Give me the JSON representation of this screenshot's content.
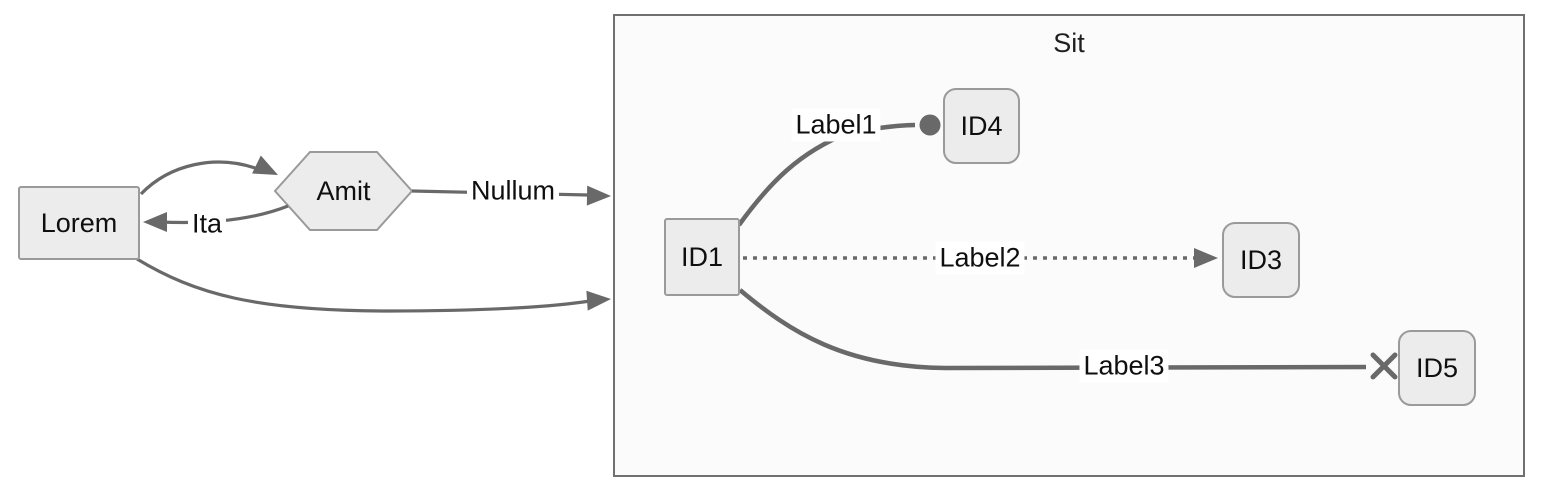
{
  "diagram": {
    "kind": "flowchart",
    "direction": "left-to-right"
  },
  "nodes": {
    "lorem": {
      "label": "Lorem",
      "shape": "rectangle"
    },
    "amit": {
      "label": "Amit",
      "shape": "hexagon"
    },
    "id1": {
      "label": "ID1",
      "shape": "square"
    },
    "id4": {
      "label": "ID4",
      "shape": "rounded-rectangle"
    },
    "id3": {
      "label": "ID3",
      "shape": "rounded-rectangle"
    },
    "id5": {
      "label": "ID5",
      "shape": "rounded-rectangle"
    }
  },
  "subgraph": {
    "title": "Sit"
  },
  "edges": {
    "lorem_amit": {
      "from": "lorem",
      "to": "amit",
      "label": "",
      "style": "solid",
      "head": "arrow"
    },
    "amit_lorem": {
      "from": "amit",
      "to": "lorem",
      "label": "Ita",
      "style": "solid",
      "head": "arrow"
    },
    "amit_sit": {
      "from": "amit",
      "to": "sit",
      "label": "Nullum",
      "style": "solid",
      "head": "arrow"
    },
    "lorem_sit": {
      "from": "lorem",
      "to": "sit",
      "label": "",
      "style": "solid",
      "head": "arrow"
    },
    "id1_id4": {
      "from": "id1",
      "to": "id4",
      "label": "Label1",
      "style": "thick",
      "head": "circle"
    },
    "id1_id3": {
      "from": "id1",
      "to": "id3",
      "label": "Label2",
      "style": "dotted",
      "head": "arrow"
    },
    "id1_id5": {
      "from": "id1",
      "to": "id5",
      "label": "Label3",
      "style": "thick",
      "head": "cross"
    }
  },
  "colors": {
    "node_fill": "#ececec",
    "node_border": "#9a9a9a",
    "edge": "#696969",
    "subgraph_fill": "#fbfbfb",
    "subgraph_border": "#707070",
    "label_background": "#ffffff",
    "text": "#0f0f0f"
  }
}
